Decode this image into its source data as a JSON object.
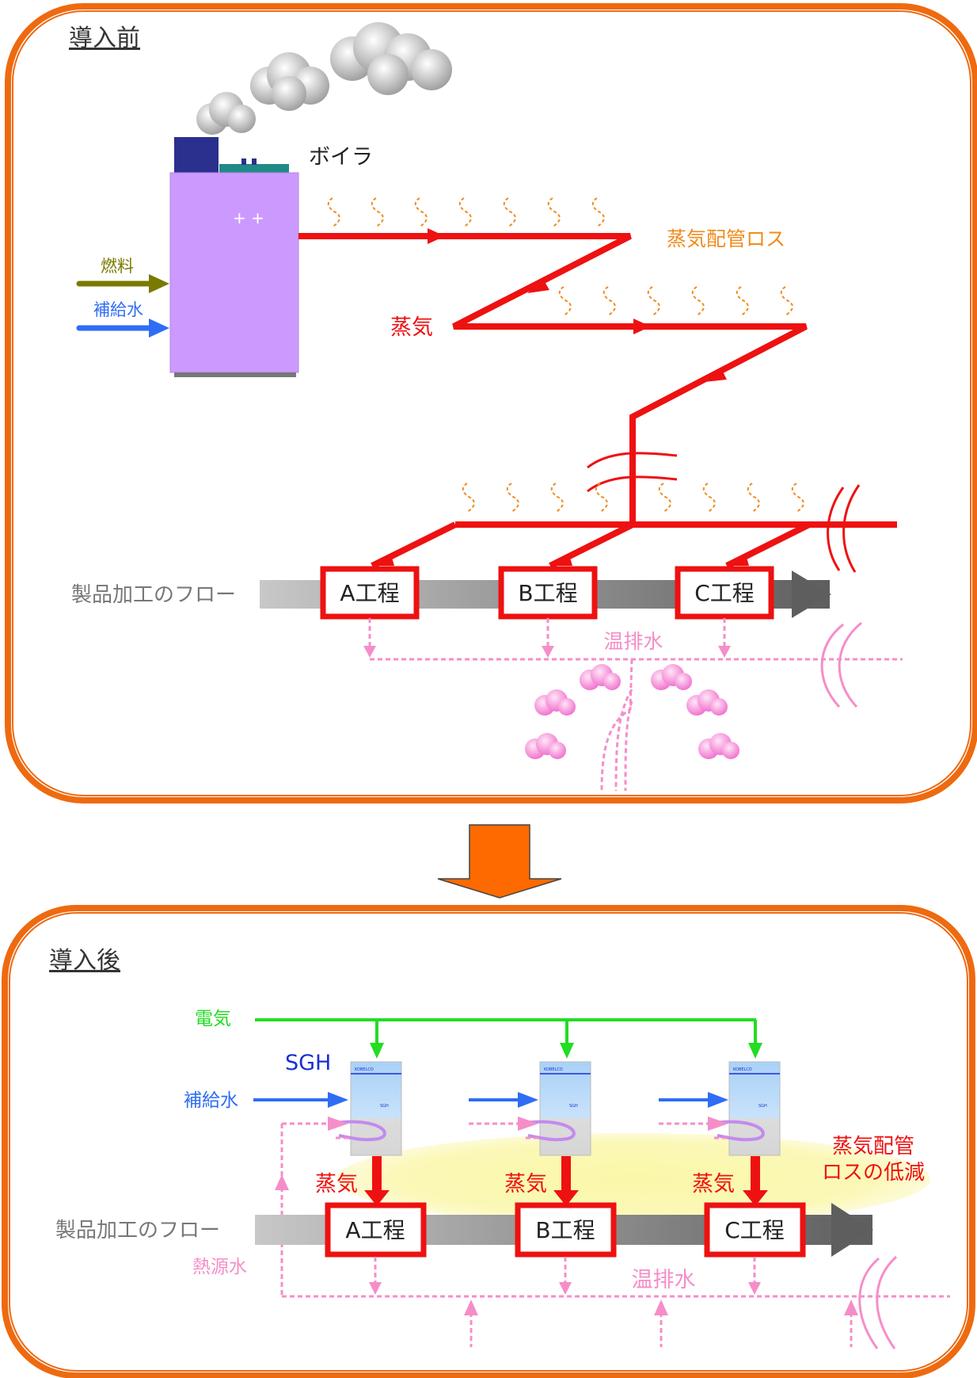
{
  "before": {
    "title": "導入前",
    "boiler_label": "ボイラ",
    "fuel_label": "燃料",
    "makeup_water_label": "補給水",
    "steam_label": "蒸気",
    "pipe_loss_label": "蒸気配管ロス",
    "flow_label": "製品加工のフロー",
    "steps": [
      "A工程",
      "B工程",
      "C工程"
    ],
    "drain_label": "温排水"
  },
  "after": {
    "title": "導入後",
    "electricity_label": "電気",
    "sgh_label": "SGH",
    "makeup_water_label": "補給水",
    "steam_label": "蒸気",
    "heat_source_water_label": "熱源水",
    "loss_reduction_label_1": "蒸気配管",
    "loss_reduction_label_2": "ロスの低減",
    "flow_label": "製品加工のフロー",
    "steps": [
      "A工程",
      "B工程",
      "C工程"
    ],
    "drain_label": "温排水",
    "unit_brand": "KOBELCO",
    "unit_model": "SGH"
  },
  "colors": {
    "frame": "#ee6a10",
    "steam": "#ee1111",
    "loss": "#f08c1e",
    "fuel": "#7a7a00",
    "water": "#2f6df5",
    "drain": "#f58ec8",
    "electric": "#22dd22",
    "sgh_text": "#1a2fd6",
    "boiler": "#cc99ff"
  }
}
